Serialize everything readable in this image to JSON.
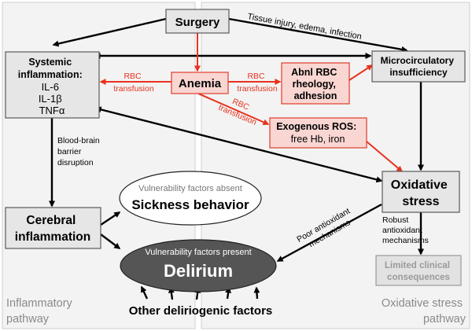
{
  "nodes": {
    "surgery": "Surgery",
    "systemic": [
      "Systemic",
      "inflammation:",
      "IL-6",
      "IL-1β",
      "TNFα"
    ],
    "anemia": "Anemia",
    "abnl_rbc": [
      "Abnl RBC",
      "rheology,",
      "adhesion"
    ],
    "microcirc": [
      "Microcirculatory",
      "insufficiency"
    ],
    "exo_ros": [
      "Exogenous ROS:",
      "free Hb, iron"
    ],
    "oxidative": [
      "Oxidative",
      "stress"
    ],
    "cerebral": [
      "Cerebral",
      "inflammation"
    ],
    "limited": [
      "Limited clinical",
      "consequences"
    ],
    "sickness_note": "Vulnerability factors absent",
    "sickness": "Sickness behavior",
    "delirium_note": "Vulnerability factors present",
    "delirium": "Delirium",
    "other": "Other deliriogenic factors"
  },
  "edge_labels": {
    "tissue": "Tissue injury, edema, infection",
    "rbc_left": [
      "RBC",
      "transfusion"
    ],
    "rbc_right": [
      "RBC",
      "transfusion"
    ],
    "rbc_diag": [
      "RBC",
      "transfusion"
    ],
    "bbb": [
      "Blood-brain",
      "barrier",
      "disruption"
    ],
    "poor": [
      "Poor antioxidant",
      "mechanisms"
    ],
    "robust": [
      "Robust",
      "antioxidant",
      "mechanisms"
    ]
  },
  "pathways": {
    "left": [
      "Inflammatory",
      "pathway"
    ],
    "right": [
      "Oxidative stress",
      "pathway"
    ]
  },
  "colors": {
    "accent_red": "#e8321e",
    "box_gray": "#e6e6e6",
    "red_fill": "#f9d6d2",
    "panel_bg": "#f3f3f3",
    "delirium_fill": "#555555"
  }
}
